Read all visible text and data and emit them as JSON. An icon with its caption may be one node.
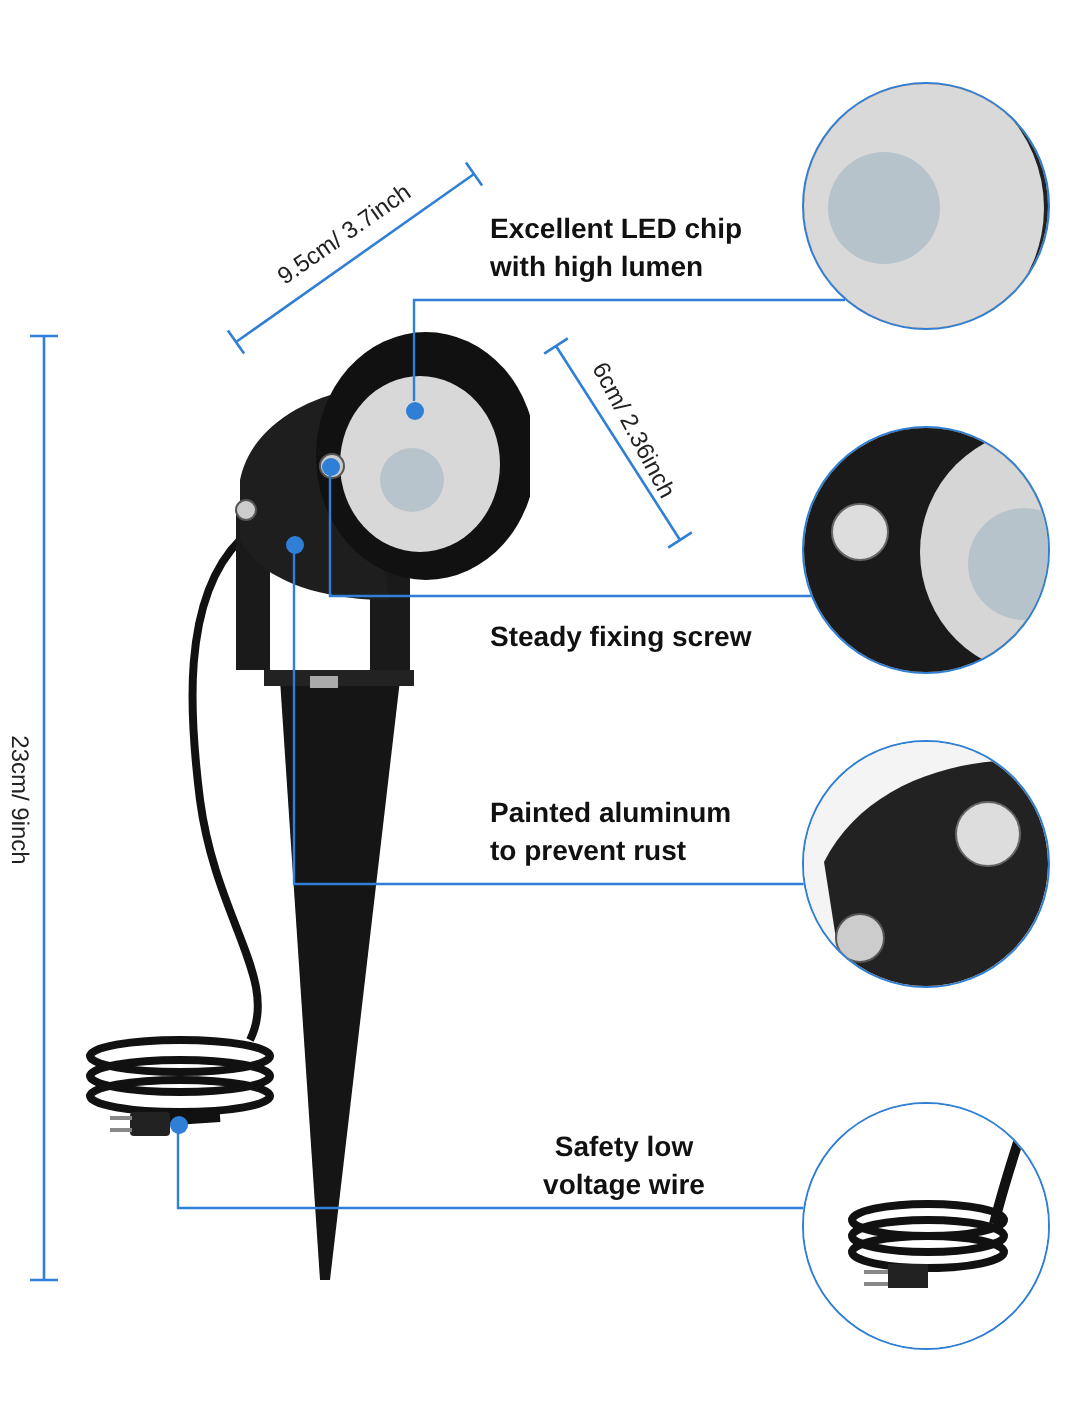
{
  "diagram": {
    "nodes": [
      {
        "text": [],
        "shape": "picture"
      },
      {
        "text": [],
        "shape": "picture"
      },
      {
        "text": [],
        "shape": "picture"
      },
      {
        "text": [],
        "shape": "picture"
      },
      {
        "text": [],
        "shape": "picture"
      },
      {
        "text": [],
        "shape": "circle",
        "in": 0
      },
      {
        "text": [],
        "shape": "circle",
        "in": 0
      },
      {
        "text": [],
        "shape": "circle",
        "in": 0
      },
      {
        "text": [],
        "shape": "circle",
        "in": 0
      }
    ],
    "edges": [
      {
        "from": 5,
        "to": 1,
        "arrow": "none",
        "label": "Excellent LED chip with high lumen"
      },
      {
        "from": 6,
        "to": 2,
        "arrow": "none",
        "label": "Steady fixing screw"
      },
      {
        "from": 7,
        "to": 3,
        "arrow": "none",
        "label": "Painted aluminum to prevent rust"
      },
      {
        "from": 8,
        "to": 4,
        "arrow": "none",
        "label": "Safety low voltage wire"
      }
    ],
    "labels": [
      "9.5cm/ 3.7inch",
      "6cm/ 2.36inch",
      "23cm/ 9inch"
    ]
  }
}
